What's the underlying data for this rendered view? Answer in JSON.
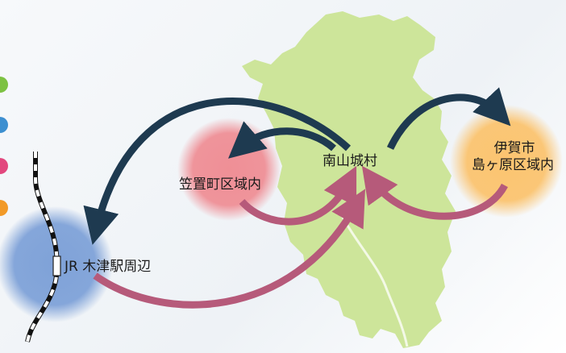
{
  "map": {
    "labels": {
      "village": "南山城村",
      "kasagi": "笠置町区域内",
      "iga_line1": "伊賀市",
      "iga_line2": "島ヶ原区域内",
      "kizu": "JR 木津駅周辺"
    },
    "colors": {
      "village_land": "#cde59a",
      "kasagi_circle": "#ef8f96",
      "iga_circle": "#fbc470",
      "kizu_circle": "#7fa2d8",
      "outbound_arrow": "#1e3a50",
      "inbound_arrow": "#b65a7a",
      "edge_green": "#7dc242",
      "edge_blue": "#3d8fd0",
      "edge_pink": "#e2487e",
      "edge_orange": "#f29a28"
    },
    "icons": [
      "railway-line-icon",
      "station-icon"
    ]
  }
}
